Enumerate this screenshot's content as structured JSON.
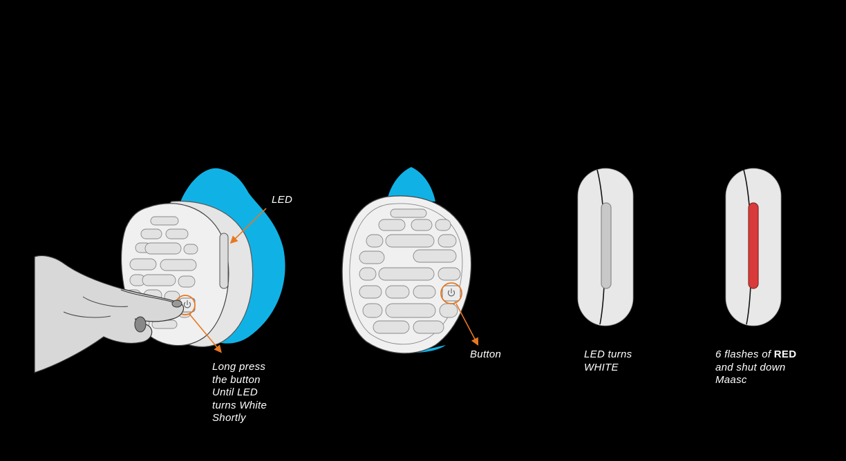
{
  "labels": {
    "led": "LED",
    "long_press": "Long press\nthe button\nUntil LED\nturns White\nShortly",
    "button": "Button",
    "led_white": "LED turns\nWHITE",
    "red_prefix": "6 flashes of ",
    "red_bold": "RED",
    "red_suffix": "\nand shut down\nMaasc"
  },
  "colors": {
    "background": "#000000",
    "mask_blue": "#10b2e6",
    "shell": "#ececec",
    "accent_orange": "#e87722",
    "led_white": "#c8c8c8",
    "led_red": "#d93a3a"
  },
  "icons": [
    "power-icon"
  ]
}
